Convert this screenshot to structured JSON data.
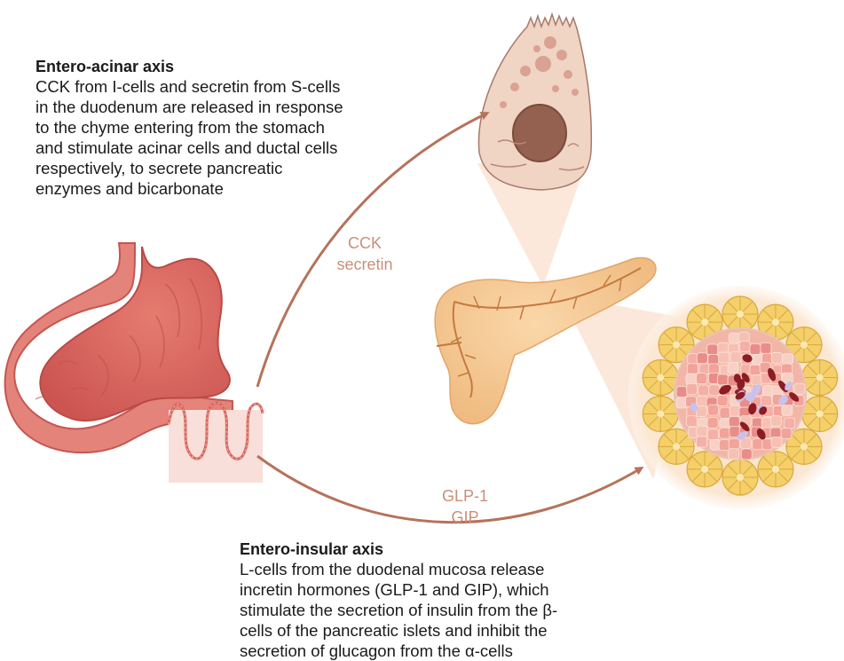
{
  "acinar_axis": {
    "title": "Entero-acinar axis",
    "lines": [
      "CCK from I-cells and secretin from S-cells",
      "in the duodenum are released in response",
      "to the chyme entering from the stomach",
      "and stimulate acinar cells and ductal cells",
      "respectively, to secrete pancreatic",
      "enzymes and bicarbonate"
    ]
  },
  "insular_axis": {
    "title": "Entero-insular axis",
    "lines": [
      "L-cells from the duodenal mucosa release",
      "incretin hormones (GLP-1 and GIP), which",
      "stimulate the secretion of insulin from the β-",
      "cells of the pancreatic islets and inhibit the",
      "secretion of glucagon from the α-cells"
    ]
  },
  "hormones_upper": [
    "CCK",
    "secretin"
  ],
  "hormones_lower": [
    "GLP-1",
    "GIP"
  ],
  "colors": {
    "arrow": "#b5735b",
    "hormone_text": "#c98f77",
    "stomach": "#d9675f",
    "stomach_dark": "#b94a45",
    "pancreas": "#f3c48e",
    "acinar_cell": "#f0d6c8",
    "islet_bg": "#fbe6cf",
    "acinus": "#f4cf6a",
    "zoom_fill": "#fbe7d7"
  }
}
